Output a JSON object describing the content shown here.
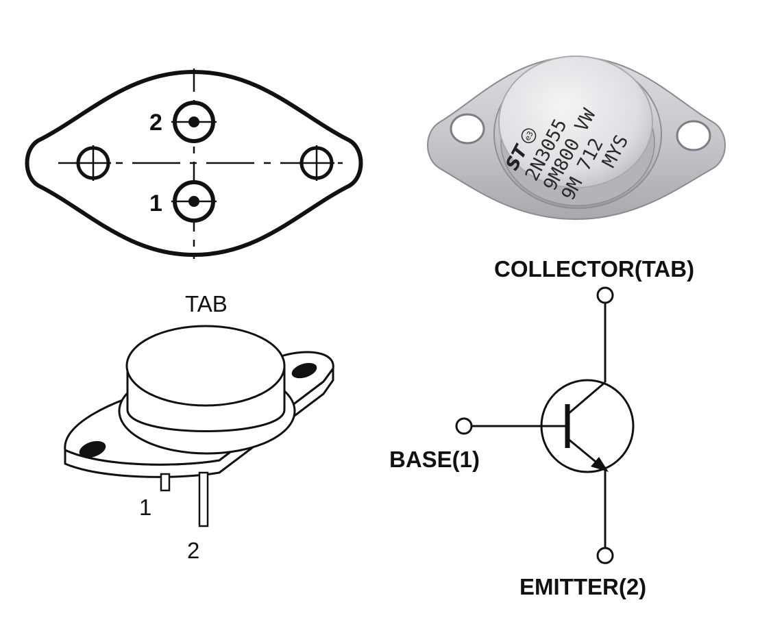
{
  "bottom_view": {
    "pin_2": "2",
    "pin_1": "1"
  },
  "photo": {
    "logo": "ST",
    "eco_mark": "e3",
    "line_1": "2N3055",
    "line_2": "9M800 VW",
    "line_3": "9M 712",
    "line_4": "MYS"
  },
  "perspective_view": {
    "tab_label": "TAB",
    "pin_1": "1",
    "pin_2": "2"
  },
  "schematic": {
    "collector_label": "COLLECTOR(TAB)",
    "base_label": "BASE(1)",
    "emitter_label": "EMITTER(2)"
  },
  "colors": {
    "line": "#111111",
    "metal_light": "#e9e9ec",
    "metal_mid": "#c9c9ce",
    "metal_dark": "#8e8e94"
  }
}
